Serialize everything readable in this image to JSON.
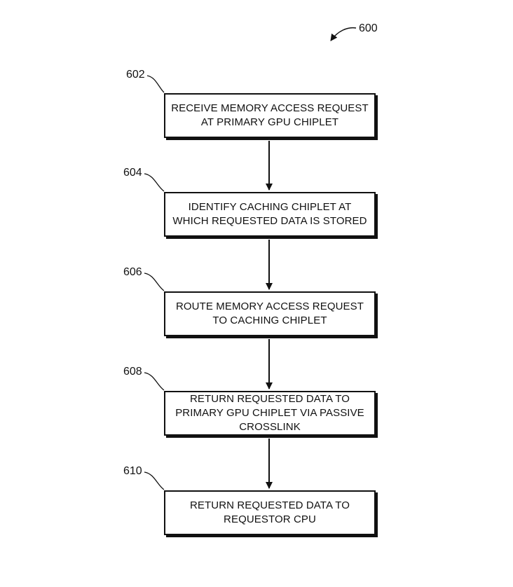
{
  "figure": {
    "ref": "600"
  },
  "steps": [
    {
      "ref": "602",
      "text": "RECEIVE MEMORY ACCESS REQUEST AT PRIMARY GPU CHIPLET"
    },
    {
      "ref": "604",
      "text": "IDENTIFY CACHING CHIPLET AT WHICH REQUESTED DATA IS STORED"
    },
    {
      "ref": "606",
      "text": "ROUTE MEMORY ACCESS REQUEST TO CACHING CHIPLET"
    },
    {
      "ref": "608",
      "text": "RETURN REQUESTED DATA TO PRIMARY GPU CHIPLET VIA PASSIVE CROSSLINK"
    },
    {
      "ref": "610",
      "text": "RETURN REQUESTED DATA TO REQUESTOR CPU"
    }
  ]
}
